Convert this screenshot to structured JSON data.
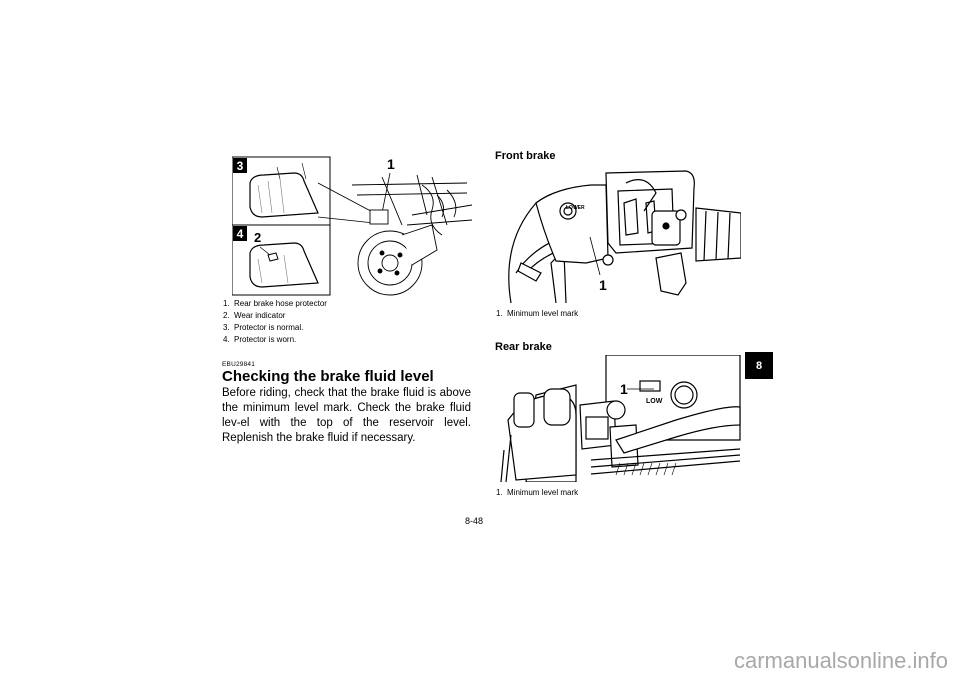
{
  "figure1": {
    "callouts": [
      "1",
      "2",
      "3",
      "4"
    ],
    "captions": [
      {
        "num": "1.",
        "text": "Rear brake hose protector"
      },
      {
        "num": "2.",
        "text": "Wear indicator"
      },
      {
        "num": "3.",
        "text": "Protector is normal."
      },
      {
        "num": "4.",
        "text": "Protector is worn."
      }
    ]
  },
  "section": {
    "code": "EBU29841",
    "title": "Checking the brake fluid level",
    "body": "Before riding, check that the brake fluid is above the minimum level mark. Check the brake fluid lev-el with the top of the reservoir level. Replenish the brake fluid if necessary."
  },
  "front_brake": {
    "heading": "Front brake",
    "callout": "1",
    "label_lower": "LOWER",
    "caption": {
      "num": "1.",
      "text": "Minimum level mark"
    }
  },
  "rear_brake": {
    "heading": "Rear brake",
    "callout": "1",
    "label_low": "LOW",
    "caption": {
      "num": "1.",
      "text": "Minimum level mark"
    }
  },
  "chapter_tab": "8",
  "page_number": "8-48",
  "watermark": "carmanualsonline.info"
}
